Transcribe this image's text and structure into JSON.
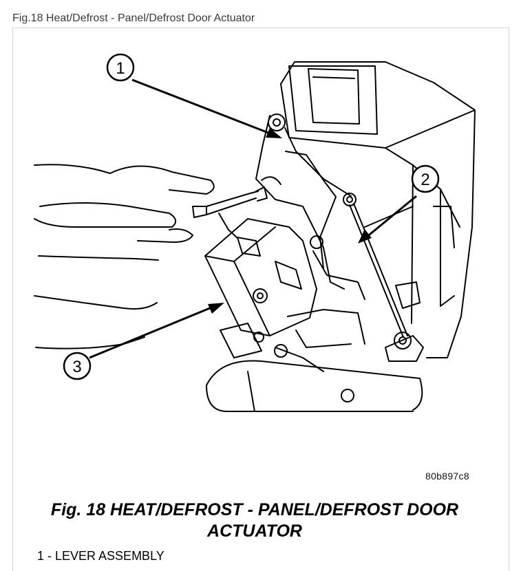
{
  "header": {
    "title": "Fig.18 Heat/Defrost - Panel/Defrost Door Actuator"
  },
  "figure": {
    "code": "80b897c8",
    "caption": "Fig. 18 HEAT/DEFROST - PANEL/DEFROST DOOR ACTUATOR",
    "callouts": [
      "1",
      "2",
      "3"
    ]
  },
  "legend": {
    "items": [
      "1 - LEVER ASSEMBLY"
    ]
  }
}
